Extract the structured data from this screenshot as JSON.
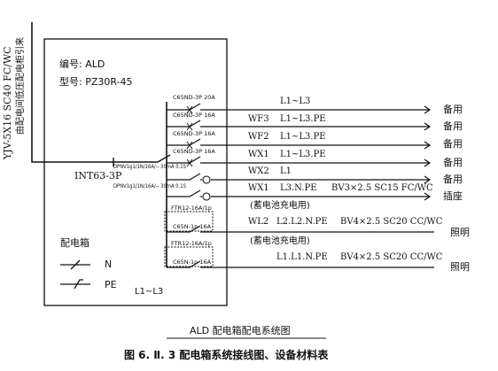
{
  "feeder_cable": "YJV-5X16 SC40 FC/WC",
  "feeder_source": "由配电间低压配电柜引来",
  "box": {
    "number_label": "编号: ALD",
    "model_label": "型号: PZ30R-45",
    "name_label": "配电箱",
    "phase_label": "L1~L3"
  },
  "main_switch": "INT63-3P",
  "legend": {
    "neutral": "N",
    "pe": "PE"
  },
  "circuits": [
    {
      "breaker": "C65ND-3P 20A",
      "circuit": "",
      "phases": "L1~L3",
      "cable": "",
      "use": "备用"
    },
    {
      "breaker": "C65ND-3P 16A",
      "circuit": "WF3",
      "phases": "L1~L3.PE",
      "cable": "",
      "use": "备用"
    },
    {
      "breaker": "C65ND-3P 16A",
      "circuit": "WF2",
      "phases": "L1~L3.PE",
      "cable": "",
      "use": "备用"
    },
    {
      "breaker": "C65ND-3P 16A",
      "circuit": "WX1",
      "phases": "L1~L3.PE",
      "cable": "",
      "use": "备用"
    },
    {
      "breaker": "DPNV1g1/1N/16A/-- 30mA 0.1S",
      "circuit": "WX2",
      "phases": "L1",
      "cable": "",
      "use": "备用"
    },
    {
      "breaker": "DPNV1g1/1N/16A/-- 30mA 0.1S",
      "circuit": "WX1",
      "phases": "L3.N.PE",
      "cable": "BV3×2.5 SC15 FC/WC",
      "use": "插座"
    }
  ],
  "emergency_note_1": "(蓄电池充电用)",
  "emergency_note_2": "(蓄电池充电用)",
  "lighting": [
    {
      "relay": "FTR12-16A/1p",
      "breaker": "C65N-1p 16A",
      "circuit": "WL2",
      "phases": "L2.L2.N.PE",
      "cable": "BV4×2.5 SC20 CC/WC",
      "use": "照明"
    },
    {
      "relay": "FTR12-16A/1p",
      "breaker": "C65N-1p 16A",
      "circuit": "",
      "phases": "L1.L1.N.PE",
      "cable": "BV4×2.5 SC20 CC/WC",
      "use": "照明"
    }
  ],
  "diagram_caption": "ALD 配电箱配电系统图",
  "figure_caption": "图 6. Ⅱ. 3   配电箱系统接线图、设备材料表"
}
